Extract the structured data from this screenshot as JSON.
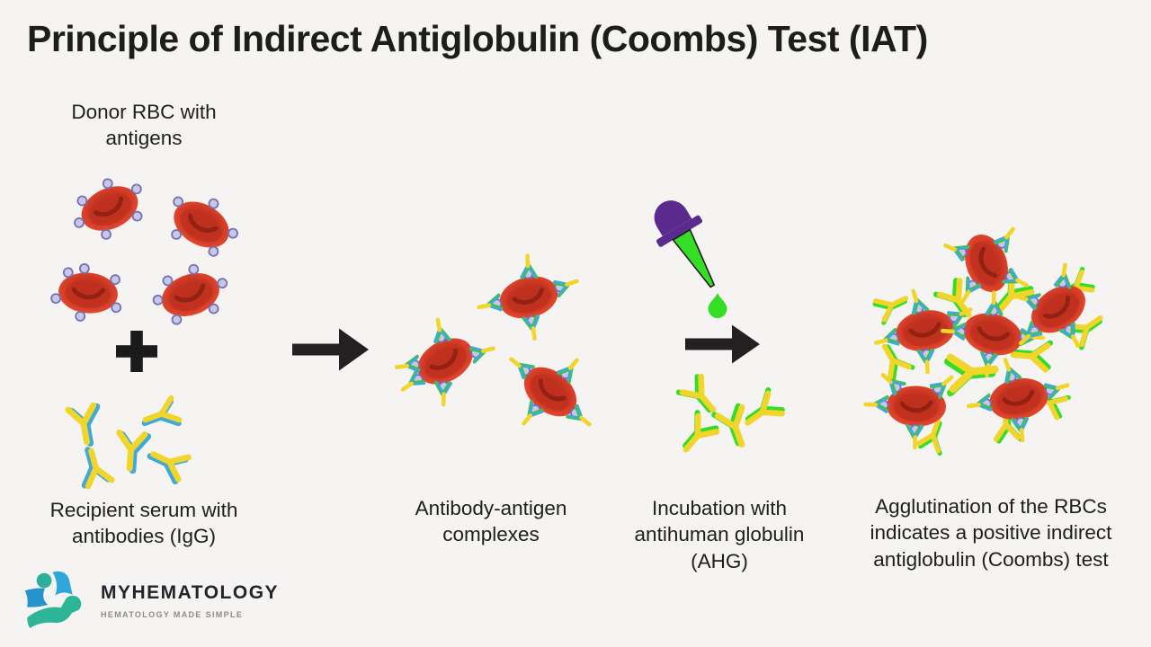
{
  "title": "Principle of Indirect Antiglobulin (Coombs) Test (IAT)",
  "steps": [
    {
      "id": "donor-rbc",
      "label": "Donor RBC with antigens"
    },
    {
      "id": "recipient-serum",
      "label": "Recipient serum with antibodies (IgG)"
    },
    {
      "id": "complexes",
      "label": "Antibody-antigen complexes"
    },
    {
      "id": "incubation",
      "label": "Incubation with antihuman globulin (AHG)"
    },
    {
      "id": "agglutination",
      "label": "Agglutination of the RBCs indicates a positive indirect antiglobulin (Coombs) test"
    }
  ],
  "operators": {
    "plus": "+",
    "arrow": "→"
  },
  "logo": {
    "name": "MYHEMATOLOGY",
    "tagline": "HEMATOLOGY MADE SIMPLE"
  },
  "icons": {
    "rbc": "rbc-icon",
    "antigen": "antigen-icon",
    "igg": "igg-antibody-icon",
    "ahg": "ahg-antibody-icon",
    "complex": "antibody-antigen-complex-icon",
    "plus": "plus-icon",
    "arrow": "arrow-right-icon",
    "dropper": "dropper-ahg-icon",
    "drop": "ahg-drop-icon",
    "logo_mark": "myhematology-logo-icon"
  },
  "colors": {
    "background": "#f5f4f2",
    "text": "#1d1d1b",
    "rbc_center": "#bf3220",
    "rbc_mid": "#c93623",
    "rbc_edge": "#e2462d",
    "rbc_crescent": "#8e2113",
    "rbc_shade": "#bc2e1c",
    "antigen_fill": "#c9c7e6",
    "antigen_stroke": "#7272b4",
    "antibody_yellow": "#f2d52b",
    "antibody_blue": "#3fa9d9",
    "ahg_green": "#35dd25",
    "complex_arm_green": "#3fc43c",
    "dropper_purple": "#5b2a8e",
    "arrow_black": "#222020",
    "plus_black": "#1b1b1b",
    "logo_blue": "#2593cc",
    "logo_blue_light": "#2fa7dd",
    "logo_teal": "#2cb09c",
    "logo_text": "#23232b",
    "logo_tagline": "#8b8b89"
  }
}
